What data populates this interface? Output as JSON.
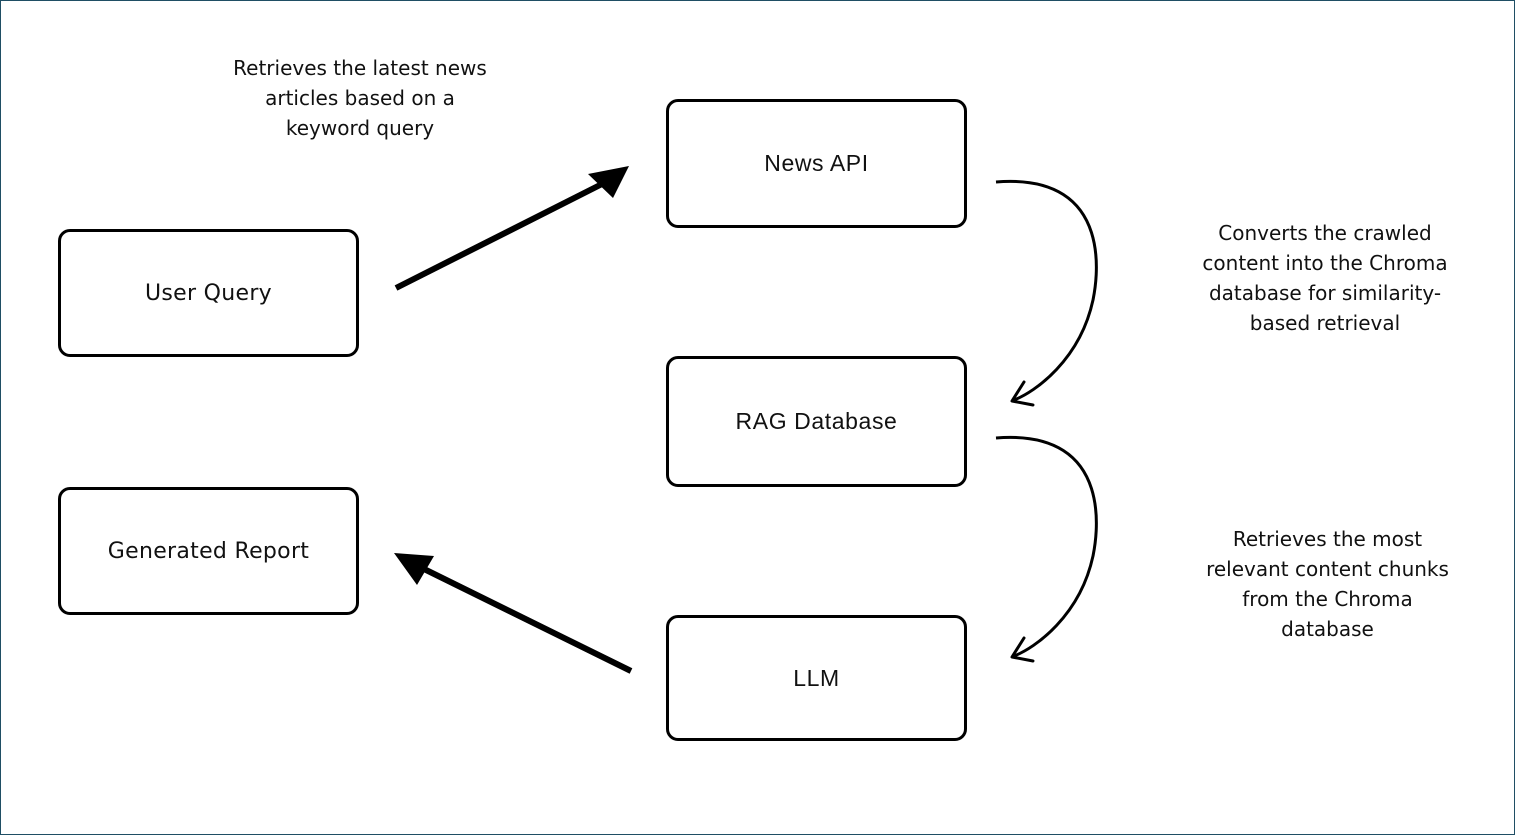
{
  "nodes": {
    "user_query": "User Query",
    "generated_report": "Generated Report",
    "news_api": "News API",
    "rag_database": "RAG Database",
    "llm": "LLM"
  },
  "annotations": {
    "news_api_note": "Retrieves the latest news\narticles based on a\nkeyword query",
    "convert_note": "Converts the crawled\ncontent into the Chroma\ndatabase for similarity-\nbased retrieval",
    "retrieve_note": "Retrieves the most\nrelevant content chunks\nfrom the Chroma\ndatabase"
  },
  "colors": {
    "frame_border": "#1f4e64",
    "stroke": "#000000",
    "background": "#ffffff"
  }
}
